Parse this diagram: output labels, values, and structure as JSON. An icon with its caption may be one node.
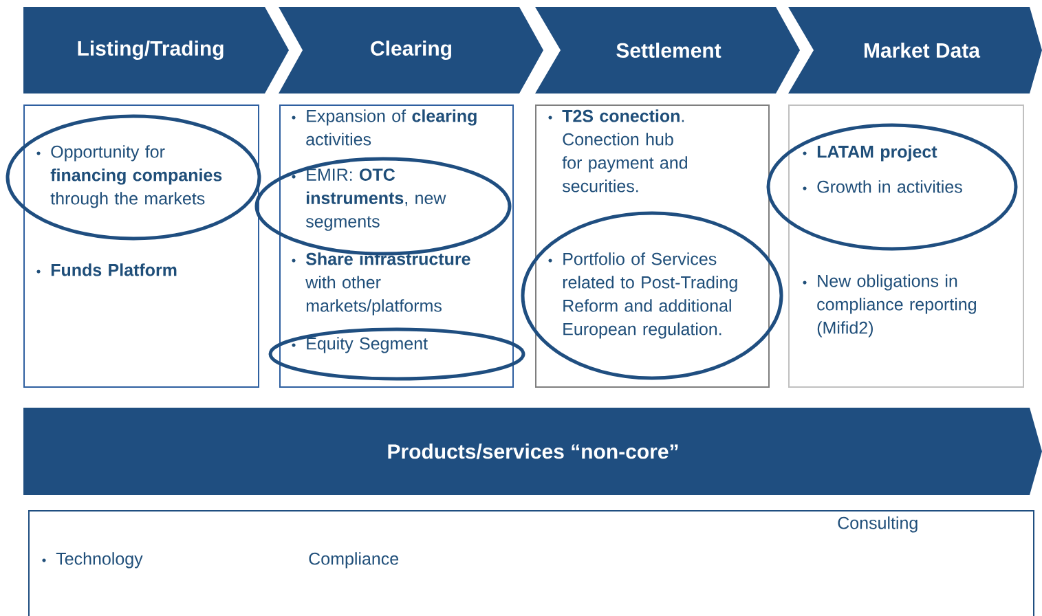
{
  "diagram": {
    "nodes": [
      {
        "text": [
          "Listing/Trading"
        ]
      },
      {
        "text": [
          "Clearing"
        ]
      },
      {
        "text": [
          "Settlement"
        ]
      },
      {
        "text": [
          "Market Data"
        ]
      },
      {
        "text": [
          "Funds Platform"
        ]
      },
      {
        "text": [
          "Opportunity for **financing companies** through the markets"
        ]
      },
      {
        "text": [
          "Expansion of **clearing** activities",
          "**Share infrastructure** with other markets/platforms"
        ]
      },
      {
        "text": [
          "EMIR: **OTC instruments**, new segments"
        ]
      },
      {
        "text": [
          "Equity Segment"
        ]
      },
      {
        "text": [
          "**T2S conection**. Conection hub for payment and securities."
        ]
      },
      {
        "text": [
          "Portfolio of Services related to Post-Trading Reform and additional European regulation."
        ]
      },
      {
        "text": [
          "New obligations in compliance reporting (Mifid2)"
        ]
      },
      {
        "text": [
          "LATAM project",
          "Growth in activities"
        ]
      },
      {
        "text": [
          "Products/services “non-core”"
        ]
      },
      {
        "text": [
          "Consulting",
          "Technology",
          "Compliance"
        ]
      }
    ]
  }
}
